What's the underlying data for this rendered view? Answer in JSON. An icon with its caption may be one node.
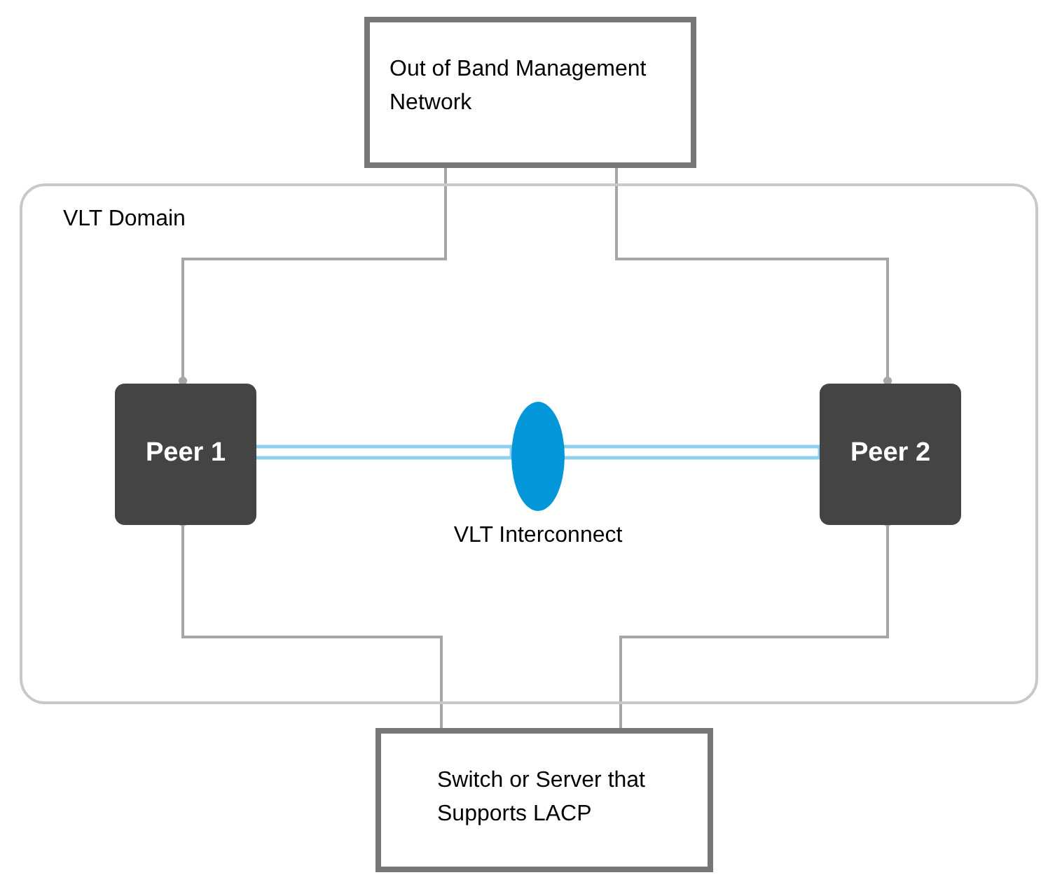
{
  "diagram": {
    "nodes": [
      {
        "text": [
          "Out of Band Management Network"
        ]
      },
      {
        "text": [
          "VLT Domain"
        ]
      },
      {
        "text": [
          "Peer 1"
        ],
        "in": 1
      },
      {
        "text": [
          "Peer 2"
        ],
        "in": 1
      },
      {
        "text": [],
        "shape": "ellipse",
        "in": 1,
        "beside": [
          "VLT Interconnect"
        ]
      },
      {
        "text": [
          "Switch or Server that Supports LACP"
        ]
      }
    ],
    "edges": [
      {
        "from": 0,
        "to": 2,
        "arrow": "other"
      },
      {
        "from": 0,
        "to": 3,
        "arrow": "other"
      },
      {
        "from": 2,
        "to": 4,
        "arrow": "none",
        "color": "#8ccfef"
      },
      {
        "from": 4,
        "to": 3,
        "arrow": "none",
        "color": "#8ccfef"
      },
      {
        "from": 5,
        "to": 2,
        "arrow": "other"
      },
      {
        "from": 5,
        "to": 3,
        "arrow": "other"
      }
    ]
  }
}
